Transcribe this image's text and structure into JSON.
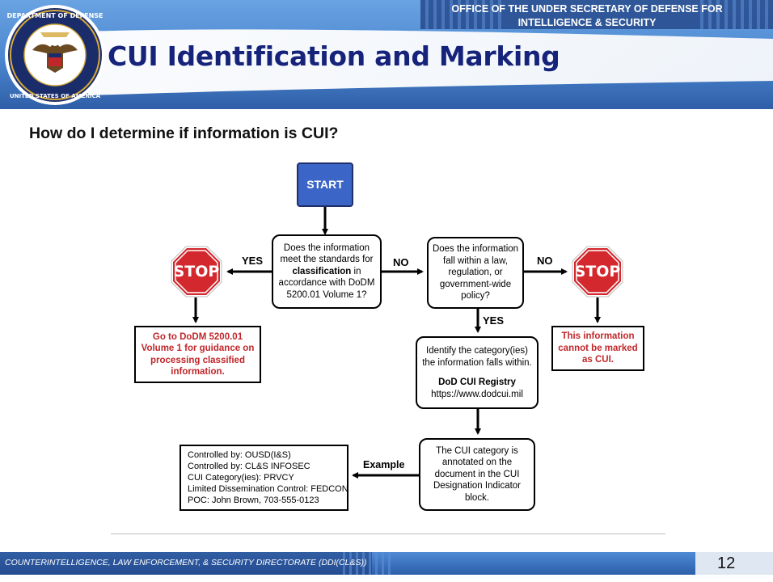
{
  "header": {
    "office_line1": "OFFICE OF THE UNDER SECRETARY OF DEFENSE FOR",
    "office_line2": "INTELLIGENCE & SECURITY",
    "title": "CUI Identification and Marking",
    "seal_text": "DEPARTMENT OF DEFENSE • UNITED STATES OF AMERICA"
  },
  "question": "How do I determine if information is CUI?",
  "flow": {
    "start": "START",
    "q1": {
      "line1": "Does the information",
      "line2": "meet the standards for",
      "bold": "classification",
      "line3b": " in",
      "line4": "accordance with DoDM",
      "line5": "5200.01 Volume 1?"
    },
    "q2": {
      "line1": "Does the information",
      "line2": "fall within a law,",
      "line3": "regulation, or",
      "line4": "government-wide",
      "line5": "policy?"
    },
    "yes_left": "YES",
    "no_middle": "NO",
    "no_right": "NO",
    "yes_down": "YES",
    "example_label": "Example",
    "stop_left": "STOP",
    "stop_right": "STOP",
    "left_result": {
      "line1": "Go to DoDM 5200.01",
      "line2": "Volume 1 for guidance on",
      "line3": "processing classified",
      "line4": "information."
    },
    "right_result": {
      "line1": "This information",
      "line2": "cannot be marked",
      "line3": "as CUI."
    },
    "identify": {
      "line1": "Identify the category(ies)",
      "line2": "the information falls within.",
      "registry": "DoD CUI Registry",
      "url": "https://www.dodcui.mil"
    },
    "annotate": {
      "line1": "The CUI category is",
      "line2": "annotated on the",
      "line3": "document in the CUI",
      "line4": "Designation Indicator",
      "line5": "block."
    },
    "example_block": {
      "line1": "Controlled by:  OUSD(I&S)",
      "line2": "Controlled by:  CL&S INFOSEC",
      "line3": "CUI Category(ies):  PRVCY",
      "line4": "Limited Dissemination Control: FEDCON",
      "line5": "POC:  John Brown, 703-555-0123"
    }
  },
  "footer": {
    "text": "COUNTERINTELLIGENCE, LAW ENFORCEMENT, & SECURITY DIRECTORATE (DDI(CL&S))",
    "page_number": "12"
  },
  "colors": {
    "header_blue": "#4b8bd4",
    "title_navy": "#16237a",
    "start_blue": "#3b66c7",
    "stop_red": "#d3282d",
    "result_red": "#c0262a"
  }
}
